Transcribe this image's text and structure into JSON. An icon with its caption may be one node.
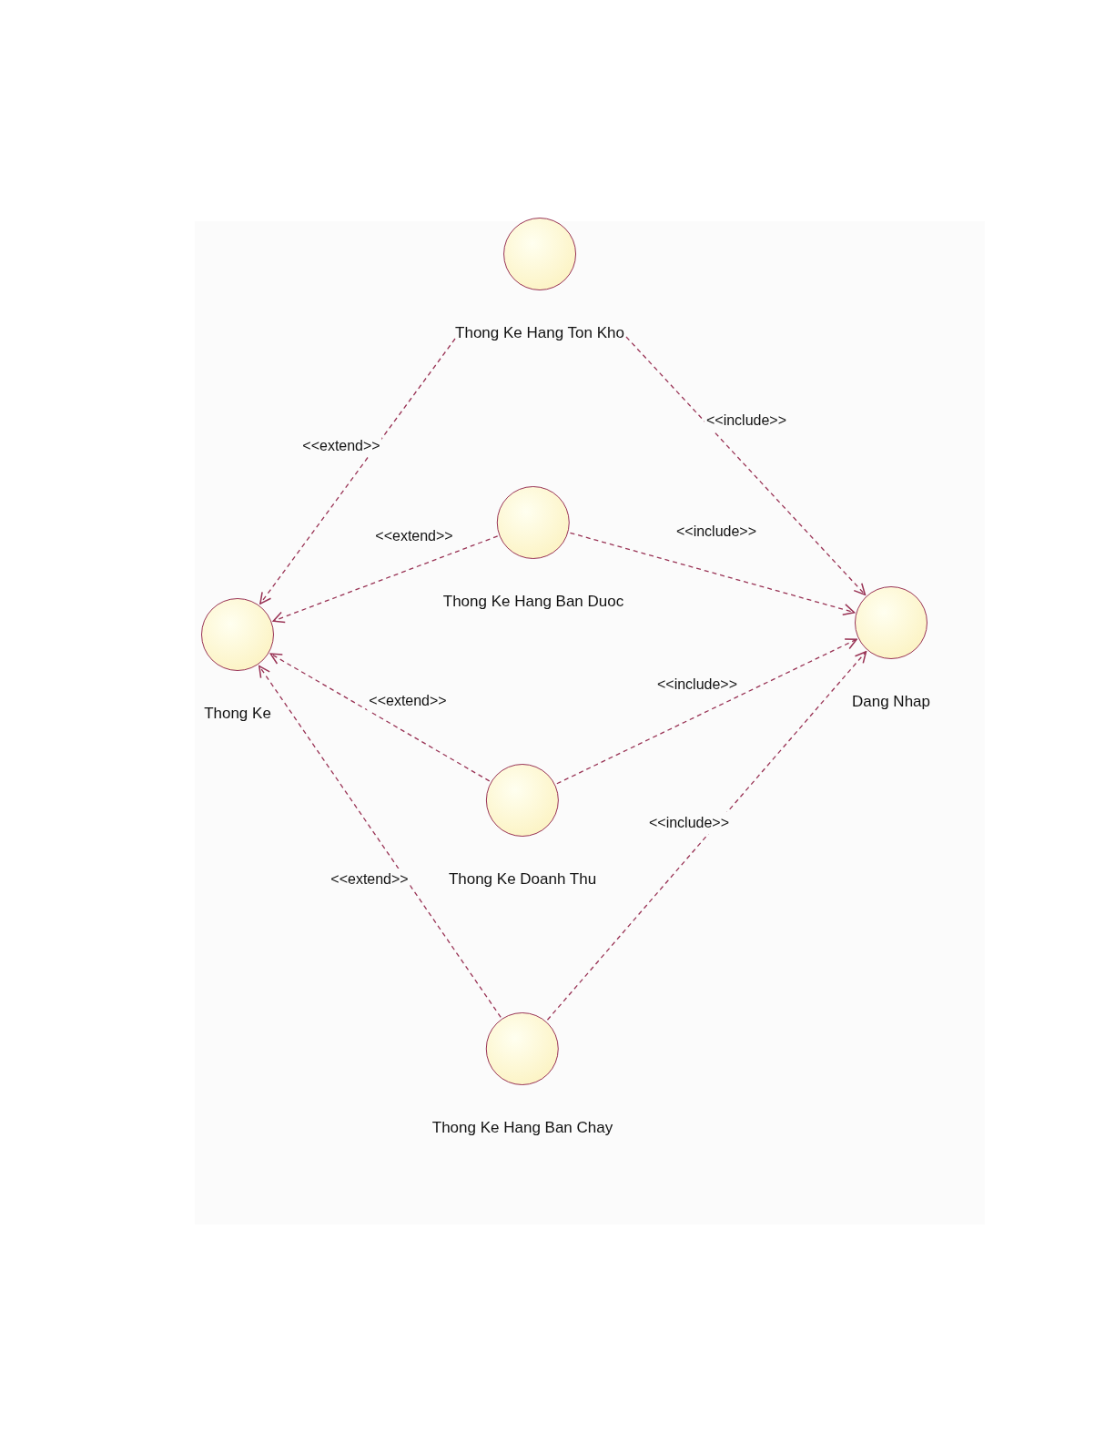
{
  "diagram": {
    "nodes": [
      {
        "text": [
          "Thong Ke Hang Ton Kho"
        ]
      },
      {
        "text": [
          "Thong Ke Hang Ban Duoc"
        ]
      },
      {
        "text": [
          "Thong Ke"
        ]
      },
      {
        "text": [
          "Dang Nhap"
        ]
      },
      {
        "text": [
          "Thong Ke Doanh Thu"
        ]
      },
      {
        "text": [
          "Thong Ke Hang Ban Chay"
        ]
      }
    ],
    "edges": [
      {
        "from": 0,
        "to": 2,
        "arrow": "to",
        "label": "<<extend>>",
        "style": "dashed"
      },
      {
        "from": 0,
        "to": 3,
        "arrow": "to",
        "label": "<<include>>",
        "style": "dashed"
      },
      {
        "from": 1,
        "to": 2,
        "arrow": "to",
        "label": "<<extend>>",
        "style": "dashed"
      },
      {
        "from": 1,
        "to": 3,
        "arrow": "to",
        "label": "<<include>>",
        "style": "dashed"
      },
      {
        "from": 4,
        "to": 2,
        "arrow": "to",
        "label": "<<extend>>",
        "style": "dashed"
      },
      {
        "from": 4,
        "to": 3,
        "arrow": "to",
        "label": "<<include>>",
        "style": "dashed"
      },
      {
        "from": 5,
        "to": 2,
        "arrow": "to",
        "label": "<<extend>>",
        "style": "dashed"
      },
      {
        "from": 5,
        "to": 3,
        "arrow": "to",
        "label": "<<include>>",
        "style": "dashed"
      }
    ]
  }
}
